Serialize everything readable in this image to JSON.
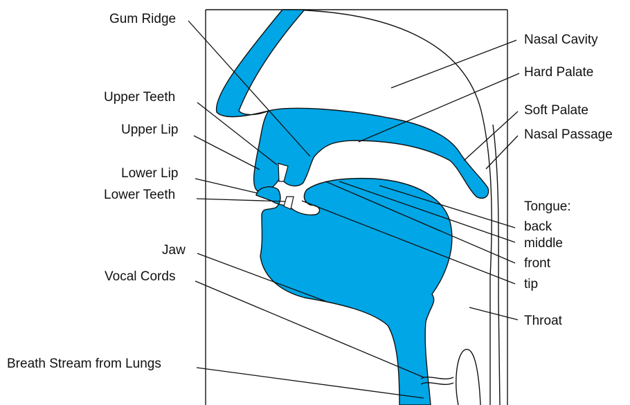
{
  "labels": {
    "gum_ridge": "Gum Ridge",
    "upper_teeth": "Upper Teeth",
    "upper_lip": "Upper Lip",
    "lower_lip": "Lower Lip",
    "lower_teeth": "Lower Teeth",
    "jaw": "Jaw",
    "vocal_cords": "Vocal Cords",
    "breath_stream": "Breath Stream from Lungs",
    "nasal_cavity": "Nasal Cavity",
    "hard_palate": "Hard Palate",
    "soft_palate": "Soft Palate",
    "nasal_passage": "Nasal Passage",
    "tongue_heading": "Tongue:",
    "tongue_back": "back",
    "tongue_middle": "middle",
    "tongue_front": "front",
    "tongue_tip": "tip",
    "throat": "Throat"
  },
  "colors": {
    "anatomy_fill": "#00a6e6",
    "line": "#111111",
    "background": "#ffffff"
  }
}
